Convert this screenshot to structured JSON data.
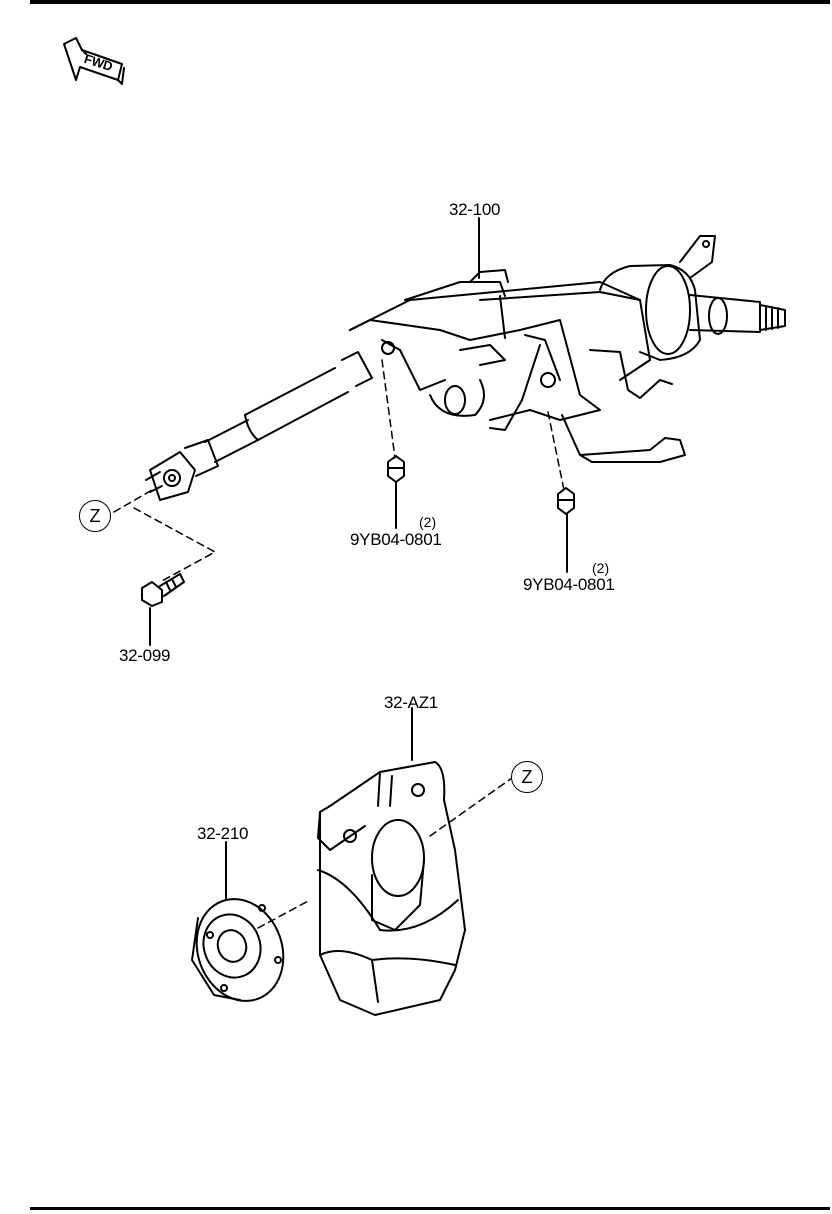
{
  "fwd_label": "FWD",
  "callouts": {
    "steering_column": "32-100",
    "nut_1": "9YB04-0801",
    "nut_1_qty": "(2)",
    "nut_2": "9YB04-0801",
    "nut_2_qty": "(2)",
    "bolt": "32-099",
    "boot": "32-AZ1",
    "seal": "32-210",
    "ref_z_upper": "Z",
    "ref_z_lower": "Z"
  }
}
